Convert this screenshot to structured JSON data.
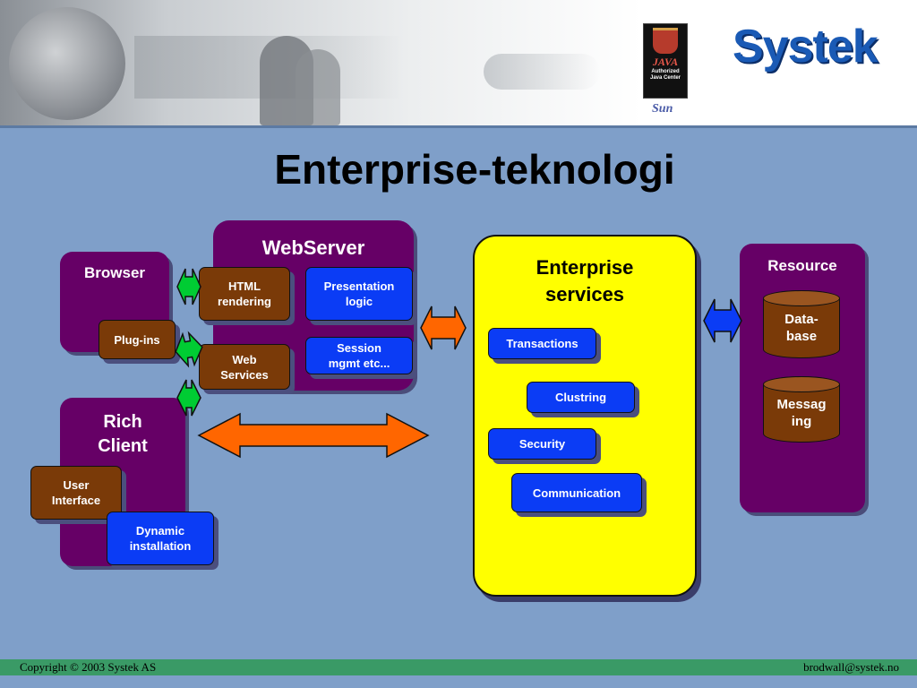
{
  "title": "Enterprise-teknologi",
  "logos": {
    "brand": "Systek",
    "java_badge": {
      "word": "JAVA",
      "line1": "Authorized",
      "line2": "Java Center"
    },
    "sun": "Sun"
  },
  "webserver": {
    "label": "WebServer",
    "html_rendering": "HTML rendering",
    "web_services": "Web Services",
    "presentation_logic": "Presentation logic",
    "session": "Session mgmt etc..."
  },
  "browser": {
    "label": "Browser",
    "plugins": "Plug-ins"
  },
  "rich_client": {
    "label": "Rich Client",
    "user_interface": "User Interface",
    "dynamic_installation": "Dynamic installation"
  },
  "enterprise": {
    "label": "Enterprise services",
    "transactions": "Transactions",
    "clustring": "Clustring",
    "security": "Security",
    "communication": "Communication"
  },
  "resource": {
    "label": "Resource",
    "database": "Data-base",
    "messaging": "Messag ing"
  },
  "footer": {
    "copyright": "Copyright © 2003 Systek AS",
    "email": "brodwall@systek.no"
  },
  "colors": {
    "background": "#7f9fc9",
    "purple": "#660066",
    "yellow": "#ffff00",
    "blue_chip": "#0b3cf5",
    "brown_chip": "#7a3a08",
    "green_arrow": "#00cc33",
    "orange_arrow": "#ff6600",
    "blue_arrow": "#0b3cf5",
    "footer": "#3a9a66"
  }
}
